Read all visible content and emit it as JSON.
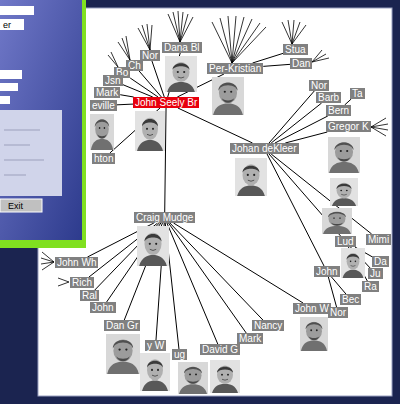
{
  "diagram": {
    "nodes": [
      {
        "text": [
          "Dana Bl"
        ]
      },
      {
        "text": [
          "Stua"
        ]
      },
      {
        "text": [
          "Nor"
        ]
      },
      {
        "text": [
          "Dan"
        ]
      },
      {
        "text": [
          "Ch"
        ]
      },
      {
        "text": [
          "Per-Kristian"
        ]
      },
      {
        "text": [
          "Bo"
        ]
      },
      {
        "text": [
          "Jsn"
        ]
      },
      {
        "text": [
          "Nor"
        ]
      },
      {
        "text": [
          "Mark"
        ]
      },
      {
        "text": [
          "Ta"
        ]
      },
      {
        "text": [
          "Barb"
        ]
      },
      {
        "text": [
          "John Seely Br"
        ]
      },
      {
        "text": [
          "eville"
        ]
      },
      {
        "text": [
          "Bern"
        ]
      },
      {
        "text": [
          "Gregor K"
        ]
      },
      {
        "text": [
          "Johan deKleer"
        ]
      },
      {
        "text": [
          "hton"
        ]
      },
      {
        "text": [
          "Craig Mudge"
        ]
      },
      {
        "text": [
          "Mimi"
        ]
      },
      {
        "text": [
          "Lud"
        ]
      },
      {
        "text": [
          "Da"
        ]
      },
      {
        "text": [
          "John Wh"
        ]
      },
      {
        "text": [
          "John"
        ]
      },
      {
        "text": [
          "Ju"
        ]
      },
      {
        "text": [
          "Rich"
        ]
      },
      {
        "text": [
          "Ra"
        ]
      },
      {
        "text": [
          "Ral"
        ]
      },
      {
        "text": [
          "Bec"
        ]
      },
      {
        "text": [
          "John"
        ]
      },
      {
        "text": [
          "John W"
        ]
      },
      {
        "text": [
          "Nor"
        ]
      },
      {
        "text": [
          "Dan Gr"
        ]
      },
      {
        "text": [
          "Nancy"
        ]
      },
      {
        "text": [
          "Mark"
        ]
      },
      {
        "text": [
          "y W"
        ]
      },
      {
        "text": [
          "David G"
        ]
      },
      {
        "text": [
          "ug"
        ]
      }
    ],
    "edges": [
      {
        "from": 12,
        "to": 0,
        "arrow": "none"
      },
      {
        "from": 12,
        "to": 2,
        "arrow": "none"
      },
      {
        "from": 12,
        "to": 4,
        "arrow": "none"
      },
      {
        "from": 12,
        "to": 6,
        "arrow": "none"
      },
      {
        "from": 12,
        "to": 7,
        "arrow": "none"
      },
      {
        "from": 12,
        "to": 9,
        "arrow": "none"
      },
      {
        "from": 12,
        "to": 13,
        "arrow": "none"
      },
      {
        "from": 12,
        "to": 17,
        "arrow": "none"
      },
      {
        "from": 12,
        "to": 5,
        "arrow": "none"
      },
      {
        "from": 12,
        "to": 16,
        "arrow": "none"
      },
      {
        "from": 12,
        "to": 18,
        "arrow": "none"
      },
      {
        "from": 5,
        "to": 1,
        "arrow": "none"
      },
      {
        "from": 5,
        "to": 3,
        "arrow": "none"
      },
      {
        "from": 16,
        "to": 8,
        "arrow": "none"
      },
      {
        "from": 16,
        "to": 11,
        "arrow": "none"
      },
      {
        "from": 16,
        "to": 14,
        "arrow": "none"
      },
      {
        "from": 16,
        "to": 15,
        "arrow": "none"
      },
      {
        "from": 16,
        "to": 20,
        "arrow": "none"
      },
      {
        "from": 16,
        "to": 19,
        "arrow": "none"
      },
      {
        "from": 16,
        "to": 23,
        "arrow": "none"
      },
      {
        "from": 14,
        "to": 10,
        "arrow": "none"
      },
      {
        "from": 20,
        "to": 21,
        "arrow": "none"
      },
      {
        "from": 20,
        "to": 24,
        "arrow": "none"
      },
      {
        "from": 20,
        "to": 26,
        "arrow": "none"
      },
      {
        "from": 23,
        "to": 28,
        "arrow": "none"
      },
      {
        "from": 23,
        "to": 31,
        "arrow": "none"
      },
      {
        "from": 18,
        "to": 22,
        "arrow": "none"
      },
      {
        "from": 18,
        "to": 25,
        "arrow": "none"
      },
      {
        "from": 18,
        "to": 27,
        "arrow": "none"
      },
      {
        "from": 18,
        "to": 29,
        "arrow": "none"
      },
      {
        "from": 18,
        "to": 32,
        "arrow": "none"
      },
      {
        "from": 18,
        "to": 35,
        "arrow": "none"
      },
      {
        "from": 18,
        "to": 37,
        "arrow": "none"
      },
      {
        "from": 18,
        "to": 36,
        "arrow": "none"
      },
      {
        "from": 18,
        "to": 34,
        "arrow": "none"
      },
      {
        "from": 18,
        "to": 33,
        "arrow": "none"
      },
      {
        "from": 18,
        "to": 30,
        "arrow": "none"
      }
    ],
    "labels": [
      "er",
      "Exit"
    ]
  }
}
